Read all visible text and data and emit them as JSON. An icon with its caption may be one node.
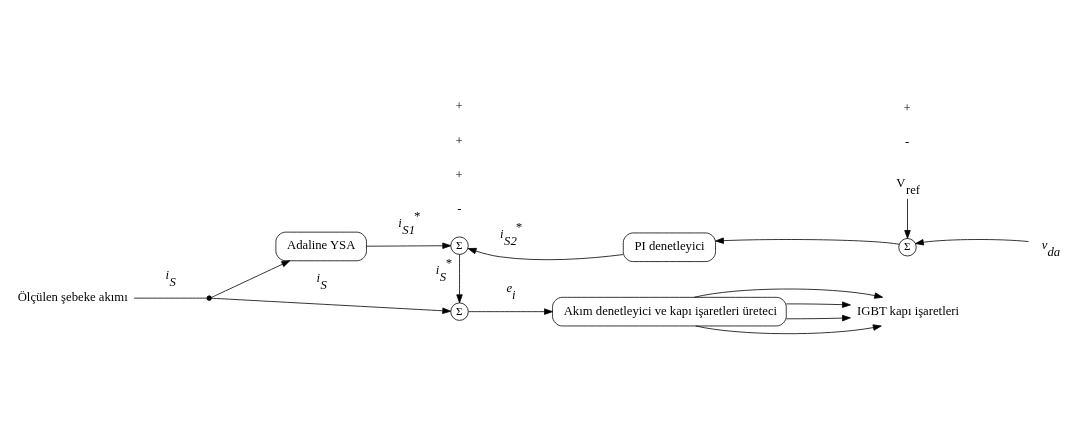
{
  "diagram": {
    "nodes": [
      {
        "text": [
          "Ölçülen şebeke akımı"
        ]
      },
      {
        "text": [],
        "shape": "dot"
      },
      {
        "text": [
          "Σ"
        ]
      },
      {
        "text": [
          "Akım denetleyici ve kapı işaretleri üreteci"
        ]
      },
      {
        "text": [
          "IGBT kapı işaretleri"
        ]
      },
      {
        "text": [
          "Adaline YSA"
        ]
      },
      {
        "text": [
          "Σ"
        ]
      },
      {
        "text": [
          "PI denetleyici"
        ]
      },
      {
        "text": [
          "Σ"
        ]
      },
      {
        "text": [
          "v$_{da}$"
        ]
      },
      {
        "text": [
          "V$_{ref}$"
        ]
      }
    ],
    "edges": [
      {
        "from": 0,
        "to": 1,
        "arrow": "none",
        "label": "i$_{S}$"
      },
      {
        "from": 1,
        "to": 2,
        "arrow": "to",
        "label": "i$_{S}$"
      },
      {
        "from": 1,
        "to": 5,
        "arrow": "to"
      },
      {
        "from": 2,
        "to": 3,
        "arrow": "to",
        "label": "e$_{i}$"
      },
      {
        "from": 3,
        "to": 4,
        "arrow": "to"
      },
      {
        "from": 3,
        "to": 4,
        "arrow": "to"
      },
      {
        "from": 3,
        "to": 4,
        "arrow": "to"
      },
      {
        "from": 3,
        "to": 4,
        "arrow": "to"
      },
      {
        "from": 5,
        "to": 6,
        "arrow": "to",
        "label": "i$_{S1}$$^{*}$"
      },
      {
        "from": 7,
        "to": 6,
        "arrow": "to",
        "label": "i$_{S2}$$^{*}$"
      },
      {
        "from": 6,
        "to": 2,
        "arrow": "to",
        "label": "i$_{S}$$^{*}$"
      },
      {
        "from": 8,
        "to": 7,
        "arrow": "to"
      },
      {
        "from": 9,
        "to": 8,
        "arrow": "to"
      },
      {
        "from": 10,
        "to": 8,
        "arrow": "to"
      }
    ],
    "labels": [
      "-",
      "+",
      "+",
      "+",
      "-",
      "+"
    ]
  }
}
